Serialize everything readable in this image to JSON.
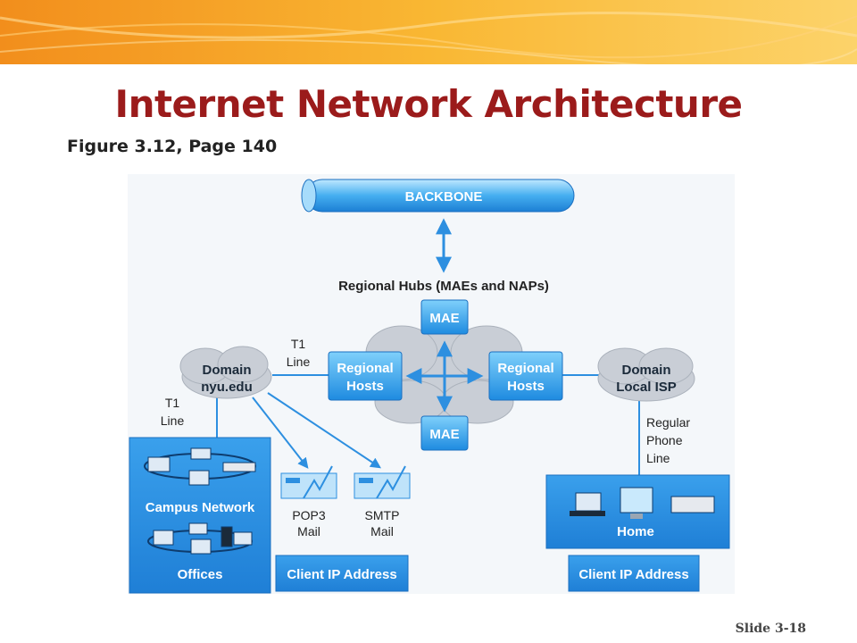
{
  "slide": {
    "title": "Internet Network Architecture",
    "subtitle": "Figure 3.12, Page 140",
    "slide_number": "Slide 3-18"
  },
  "diagram": {
    "backbone": "BACKBONE",
    "regional_hubs_label": "Regional Hubs (MAEs and NAPs)",
    "mae_top": "MAE",
    "mae_bottom": "MAE",
    "regional_hosts_left": [
      "Regional",
      "Hosts"
    ],
    "regional_hosts_right": [
      "Regional",
      "Hosts"
    ],
    "domain_left": [
      "Domain",
      "nyu.edu"
    ],
    "domain_right": [
      "Domain",
      "Local ISP"
    ],
    "t1_line_upper": [
      "T1",
      "Line"
    ],
    "t1_line_left": [
      "T1",
      "Line"
    ],
    "regular_phone_line": [
      "Regular",
      "Phone",
      "Line"
    ],
    "campus_network": "Campus Network",
    "offices": "Offices",
    "pop3_mail": [
      "POP3",
      "Mail"
    ],
    "smtp_mail": [
      "SMTP",
      "Mail"
    ],
    "client_ip_left": "Client IP Address",
    "client_ip_right": "Client IP Address",
    "home": "Home"
  },
  "colors": {
    "title": "#9b1b1b",
    "panel_blue": "#2d8fe0",
    "light_blue": "#6cc2f5",
    "cloud_gray": "#c9ced6",
    "banner_orange": "#f6a623"
  }
}
